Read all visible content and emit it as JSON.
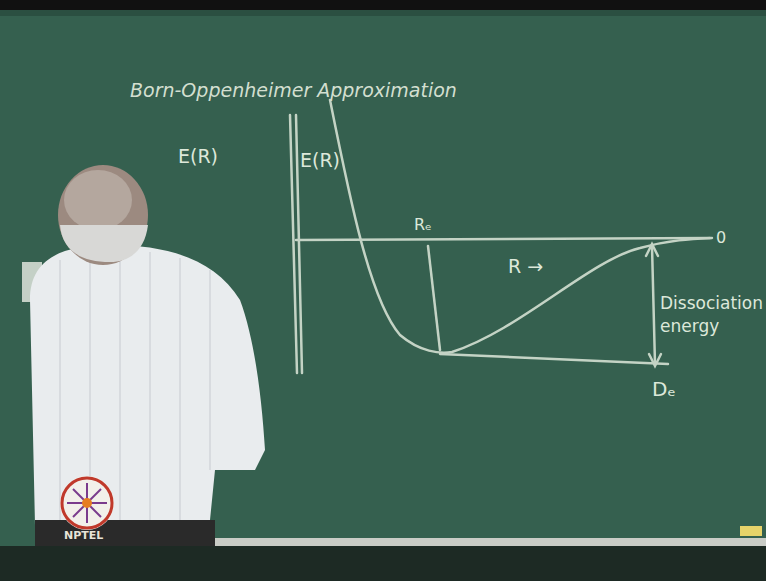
{
  "diagram": {
    "title": "Born-Oppenheimer Approximation",
    "labels": [
      "E(R)",
      "E(R)",
      "Rₑ",
      "R →",
      "0",
      "Dissociation energy",
      "Dₑ",
      "NPTEL"
    ]
  }
}
